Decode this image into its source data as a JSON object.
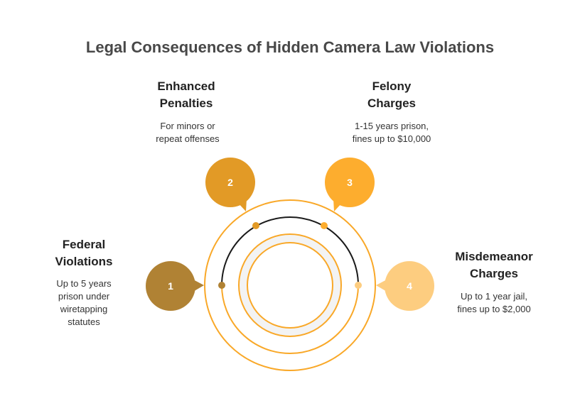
{
  "title": "Legal Consequences of Hidden Camera Law Violations",
  "items": [
    {
      "number": "1",
      "heading_line1": "Federal",
      "heading_line2": "Violations",
      "desc": [
        "Up to 5 years",
        "prison under",
        "wiretapping",
        "statutes"
      ],
      "color": "#B08234"
    },
    {
      "number": "2",
      "heading_line1": "Enhanced",
      "heading_line2": "Penalties",
      "desc": [
        "For minors or",
        "repeat offenses"
      ],
      "color": "#E29A26"
    },
    {
      "number": "3",
      "heading_line1": "Felony",
      "heading_line2": "Charges",
      "desc": [
        "1-15 years prison,",
        "fines up to $10,000"
      ],
      "color": "#FDAD2E"
    },
    {
      "number": "4",
      "heading_line1": "Misdemeanor",
      "heading_line2": "Charges",
      "desc": [
        "Up to 1 year jail,",
        "fines up to $2,000"
      ],
      "color": "#FDCD80"
    }
  ],
  "ring_color": "#F9A828"
}
